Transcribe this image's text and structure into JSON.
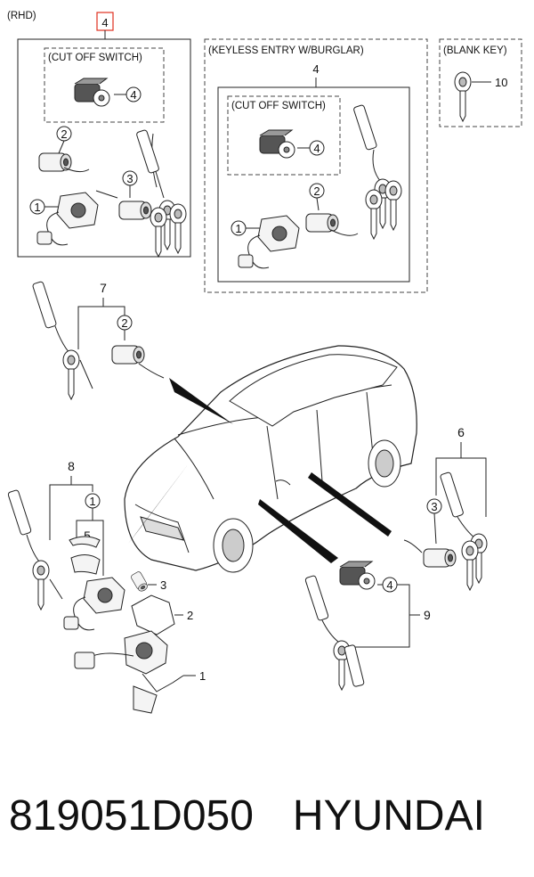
{
  "header": {
    "variant": "(RHD)",
    "highlight_ref": "4"
  },
  "groups": {
    "cut_off_switch_a": "(CUT OFF SWITCH)",
    "keyless": "(KEYLESS ENTRY W/BURGLAR)",
    "keyless_ref": "4",
    "cut_off_switch_b": "(CUT OFF SWITCH)",
    "blank_key": "(BLANK KEY)"
  },
  "callouts": {
    "c1": "4",
    "c2": "2",
    "c3": "3",
    "c4": "1",
    "c5": "4",
    "c6": "1",
    "c7": "2",
    "c8": "10",
    "c9": "7",
    "c10": "2",
    "c11": "6",
    "c12": "3",
    "c13": "8",
    "c14": "1",
    "c15": "5",
    "c16": "3",
    "c17": "2",
    "c18": "1",
    "c19": "4",
    "c20": "9"
  },
  "caption": {
    "part_number": "819051D050",
    "brand": "HYUNDAI"
  },
  "colors": {
    "highlight_box": "#e0301e",
    "line": "#222222"
  }
}
